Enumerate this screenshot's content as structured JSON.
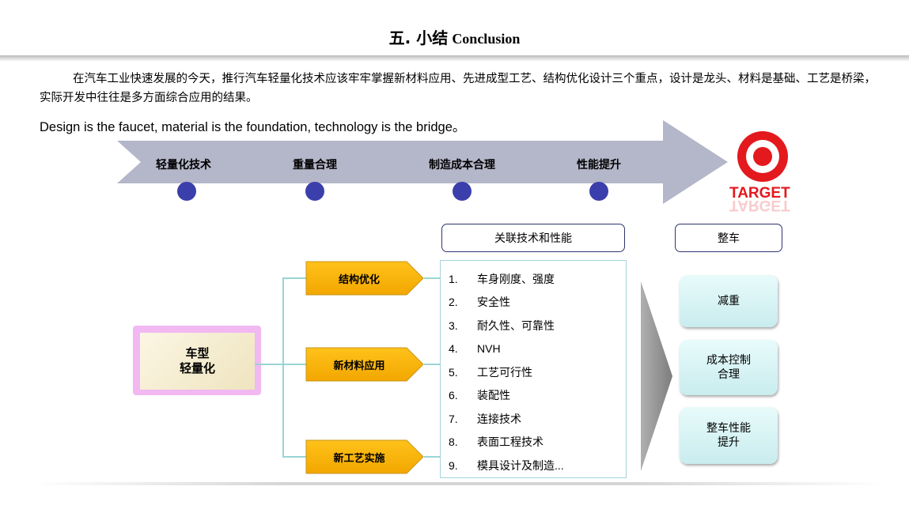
{
  "title": {
    "cn": "五. 小结",
    "en": "Conclusion"
  },
  "paragraph": {
    "cn": "在汽车工业快速发展的今天，推行汽车轻量化技术应该牢牢掌握新材料应用、先进成型工艺、结构优化设计三个重点，设计是龙头、材料是基础、工艺是桥梁，实际开发中往往是多方面综合应用的结果。",
    "en": "Design is the faucet, material is the foundation, technology is the bridge。"
  },
  "arrow": {
    "stages": [
      "轻量化技术",
      "重量合理",
      "制造成本合理",
      "性能提升"
    ],
    "color": "#b4b6c9",
    "dot_color": "#3b3fab"
  },
  "logo": {
    "text": "TARGET",
    "color": "#e3191e"
  },
  "headers": {
    "related": "关联技术和性能",
    "vehicle": "整车"
  },
  "source": {
    "line1": "车型",
    "line2": "轻量化"
  },
  "methods": [
    "结构优化",
    "新材料应用",
    "新工艺实施"
  ],
  "related_list": [
    {
      "num": "1.",
      "text": "车身刚度、强度"
    },
    {
      "num": "2.",
      "text": "安全性"
    },
    {
      "num": "3.",
      "text": "耐久性、可靠性"
    },
    {
      "num": "4.",
      "text": "NVH"
    },
    {
      "num": "5.",
      "text": "工艺可行性"
    },
    {
      "num": "6.",
      "text": "装配性"
    },
    {
      "num": "7.",
      "text": "连接技术"
    },
    {
      "num": "8.",
      "text": "表面工程技术"
    },
    {
      "num": "9.",
      "text": "模具设计及制造..."
    }
  ],
  "results": [
    {
      "line1": "减重",
      "line2": ""
    },
    {
      "line1": "成本控制",
      "line2": "合理"
    },
    {
      "line1": "整车性能",
      "line2": "提升"
    }
  ]
}
